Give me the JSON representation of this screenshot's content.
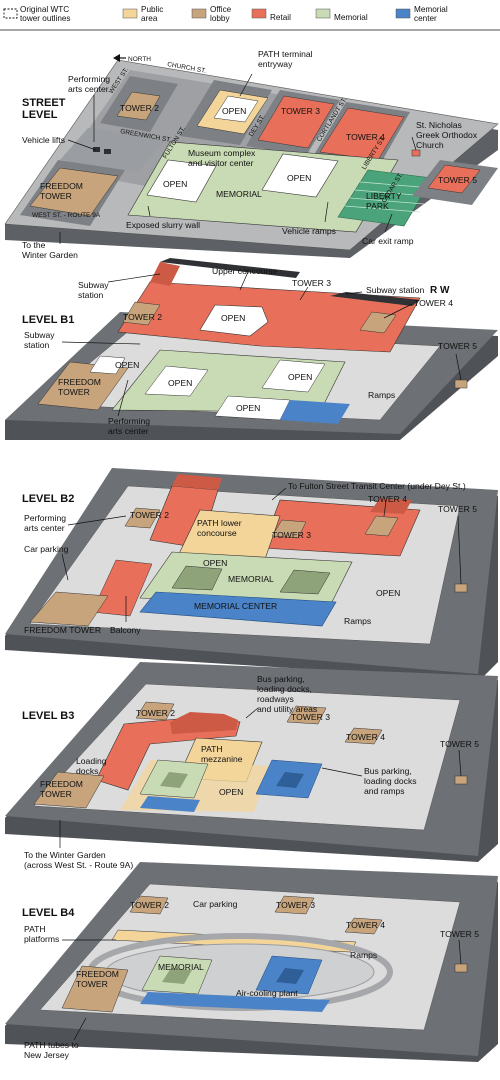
{
  "legend": {
    "items": [
      {
        "label": "Original WTC tower outlines",
        "color": "none"
      },
      {
        "label": "Public area",
        "color": "#f3d59a"
      },
      {
        "label": "Office lobby",
        "color": "#c7a47c"
      },
      {
        "label": "Retail",
        "color": "#e8705a"
      },
      {
        "label": "Memorial",
        "color": "#c9dbb4"
      },
      {
        "label": "Memorial center",
        "color": "#4a83c7"
      }
    ]
  },
  "colors": {
    "slab": "#6b6e72",
    "slab_top": "#c9c9cb",
    "wall": "#4a4c4f",
    "public": "#f3d59a",
    "lobby": "#c7a47c",
    "retail": "#e8705a",
    "memorial": "#c9dbb4",
    "memorial_center": "#4a83c7",
    "green_park": "#4aa37a"
  },
  "street": {
    "level_label": "STREET\nLEVEL",
    "north": "NORTH",
    "streets": {
      "west": "WEST ST.",
      "church": "CHURCH ST.",
      "greenwich": "GREENWICH ST.",
      "fulton": "FULTON ST.",
      "dey": "DEY ST.",
      "cortlandt": "CORTLANDT ST.",
      "liberty": "LIBERTY ST.",
      "cedar": "CEDAR ST.",
      "west_route": "WEST ST. - ROUTE 9A"
    },
    "labels": {
      "performing_arts": "Performing\narts center",
      "path_terminal": "PATH terminal\nentryway",
      "tower2": "TOWER 2",
      "tower3": "TOWER 3",
      "tower4": "TOWER 4",
      "tower5": "TOWER 5",
      "open": "OPEN",
      "vehicle_lifts": "Vehicle lifts",
      "st_nicholas": "St. Nicholas\nGreek Orthodox\nChurch",
      "freedom_tower": "FREEDOM\nTOWER",
      "museum": "Museum complex\nand visitor center",
      "memorial": "MEMORIAL",
      "liberty_park": "LIBERTY\nPARK",
      "exposed_wall": "Exposed slurry wall",
      "vehicle_ramps": "Vehicle ramps",
      "car_exit": "Car exit ramp",
      "winter_garden": "To the\nWinter Garden"
    }
  },
  "b1": {
    "level_label": "LEVEL B1",
    "labels": {
      "upper_concourse": "Upper concourse",
      "subway_station_left": "Subway\nstation",
      "tower3": "TOWER 3",
      "subway_station_right": "Subway station",
      "rw": "R W",
      "tower4": "TOWER 4",
      "tower2": "TOWER 2",
      "open_top": "OPEN",
      "subway_station_2": "Subway\nstation",
      "tower5": "TOWER 5",
      "open_a": "OPEN",
      "freedom_tower": "FREEDOM\nTOWER",
      "open_b": "OPEN",
      "open_c": "OPEN",
      "ramps": "Ramps",
      "open_d": "OPEN",
      "performing_arts": "Performing\narts center"
    }
  },
  "b2": {
    "level_label": "LEVEL B2",
    "labels": {
      "fulton": "To Fulton Street Transit Center (under Dey St.)",
      "tower4": "TOWER 4",
      "performing_arts": "Performing\narts center",
      "tower2": "TOWER 2",
      "tower5": "TOWER 5",
      "path_lower": "PATH lower\nconcourse",
      "tower3": "TOWER 3",
      "car_parking": "Car parking",
      "open_a": "OPEN",
      "memorial": "MEMORIAL",
      "open_b": "OPEN",
      "memorial_center": "MEMORIAL CENTER",
      "freedom_tower": "FREEDOM TOWER",
      "balcony": "Balcony",
      "ramps": "Ramps"
    }
  },
  "b3": {
    "level_label": "LEVEL B3",
    "labels": {
      "bus_parking": "Bus parking,\nloading docks,\nroadways\nand utility areas",
      "tower2": "TOWER 2",
      "tower3": "TOWER 3",
      "tower4": "TOWER 4",
      "tower5": "TOWER 5",
      "path_mezz": "PATH\nmezzanine",
      "loading_docks": "Loading\ndocks",
      "bus_parking_2": "Bus parking,\nloading docks\nand ramps",
      "freedom_tower": "FREEDOM\nTOWER",
      "open": "OPEN",
      "winter_garden": "To the Winter Garden\n(across West St. - Route 9A)"
    }
  },
  "b4": {
    "level_label": "LEVEL B4",
    "labels": {
      "tower2": "TOWER 2",
      "car_parking": "Car parking",
      "tower3": "TOWER 3",
      "tower4": "TOWER 4",
      "tower5": "TOWER 5",
      "path_platforms": "PATH\nplatforms",
      "ramps": "Ramps",
      "memorial": "MEMORIAL",
      "freedom_tower": "FREEDOM\nTOWER",
      "air_cooling": "Air-cooling plant",
      "path_tubes": "PATH tubes to\nNew Jersey"
    }
  }
}
